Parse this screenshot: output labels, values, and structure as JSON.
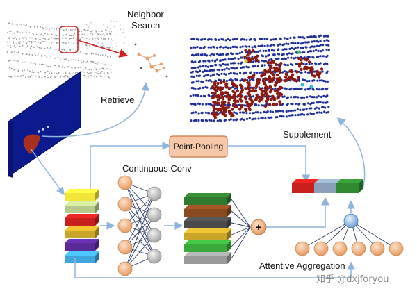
{
  "labels": {
    "neighbor_search_line1": "Neighbor",
    "neighbor_search_line2": "Search",
    "retrieve": "Retrieve",
    "supplement": "Supplement",
    "point_pooling": "Point-Pooling",
    "continuous_conv": "Continuous Conv",
    "attentive_aggregation": "Attentive Aggregation",
    "plus_symbol": "+",
    "watermark": "知乎 @dxjforyou"
  },
  "colors": {
    "arrow": "#8fb4dc",
    "bev_map": "#0b1a8c",
    "pooling_box_fill": "#f6c8a8",
    "pooling_box_stroke": "#c8794a",
    "node_orange": "#f0b88a",
    "node_gray": "#c8c8c8",
    "node_blue": "#a9c9ef",
    "pointcloud_blue": "#1f2f9a",
    "pointcloud_red": "#8a1a10"
  },
  "feature_stacks": {
    "input_colors": [
      "#f3e43a",
      "#b5c98a",
      "#c8201c",
      "#c9a52a",
      "#5a2a98",
      "#3fa6dc"
    ],
    "conv_output_colors": [
      "#2f7a2f",
      "#8a4a20",
      "#4a4a4a",
      "#c9a52a",
      "#3aa83a",
      "#9a9a9a"
    ],
    "concat_colors": [
      "#c8201c",
      "#8aa0b8",
      "#2f8a2f"
    ]
  },
  "network": {
    "input_nodes": 5,
    "output_nodes": 4,
    "attention_nodes": 6
  }
}
